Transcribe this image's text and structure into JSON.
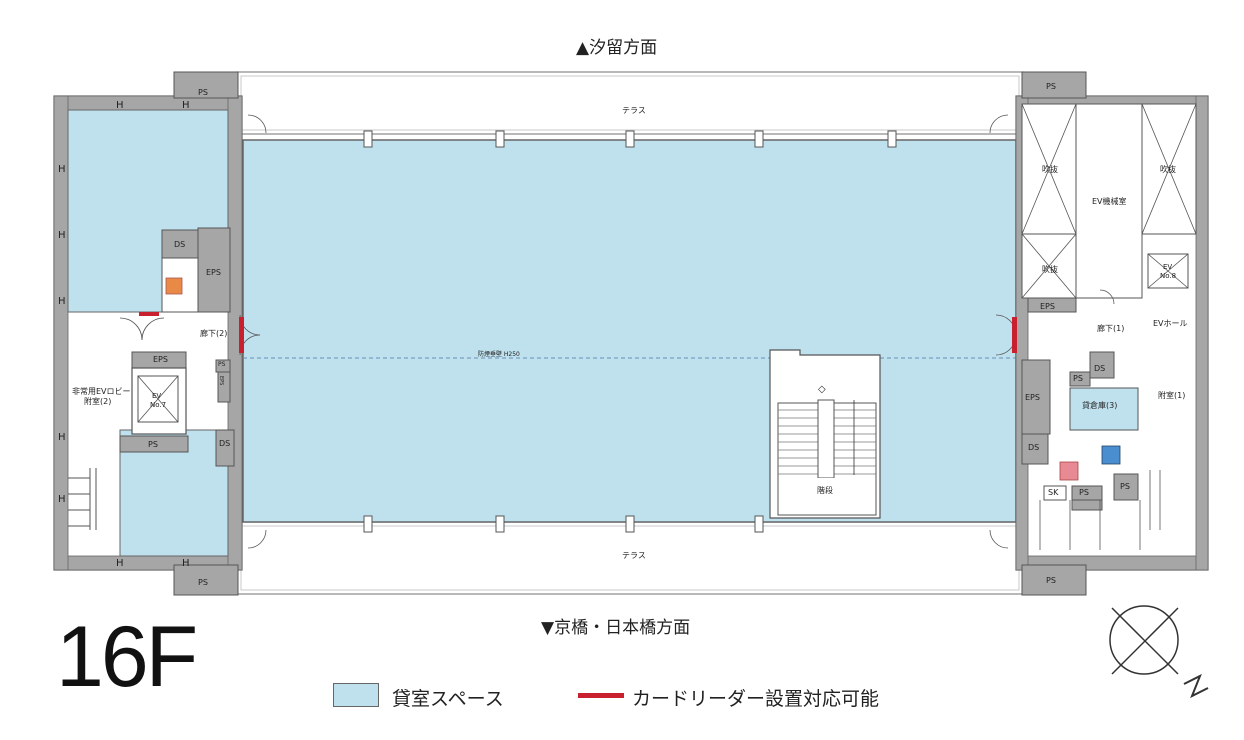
{
  "directions": {
    "north": "▲汐留方面",
    "south": "▼京橋・日本橋方面"
  },
  "floor_label": "16F",
  "legend": {
    "rental_space": "貸室スペース",
    "card_reader": "カードリーダー設置対応可能"
  },
  "colors": {
    "rental_space_fill": "#bfe1ee",
    "card_reader_red": "#c8202f",
    "wall_gray": "#a6a6a6",
    "toilet_female": "#e88a93",
    "toilet_male": "#4a8ed0",
    "hazard_orange": "#e88a45"
  },
  "plan_labels": {
    "terrace_top": "テラス",
    "terrace_bottom": "テラス",
    "fire_shutter": "防煙垂壁 H250",
    "ps_top_left": "PS",
    "ps_top_right": "PS",
    "ps_bottom_left": "PS",
    "ps_bottom_right": "PS",
    "ds_left_upper": "DS",
    "eps_left_upper": "EPS",
    "corridor_2": "廊下(2)",
    "eps_left_middle": "EPS",
    "ev_left": "EV",
    "ev_left_no": "No.7",
    "emergency_lobby_line1": "非常用EVロビー",
    "emergency_lobby_line2": "附室(2)",
    "ps_left_middle": "PS",
    "ds_left_lower": "DS",
    "ps_small": "PS",
    "eps_small_vertical": "EPS",
    "stairs": "階段",
    "fukinuke_1": "吹抜",
    "fukinuke_2": "吹抜",
    "fukinuke_3": "吹抜",
    "ev_machine_room": "EV機械室",
    "ev_right": "EV",
    "ev_right_no": "No.8",
    "eps_right_upper": "EPS",
    "corridor_1": "廊下(1)",
    "ev_hall": "EVホール",
    "ds_right_upper": "DS",
    "ps_right_small": "PS",
    "storage_3": "貸倉庫(3)",
    "eps_right_middle": "EPS",
    "ds_right_lower": "DS",
    "annex_1": "附室(1)",
    "sk": "SK",
    "ps_right_lower_1": "PS",
    "ps_right_lower_2": "PS"
  }
}
